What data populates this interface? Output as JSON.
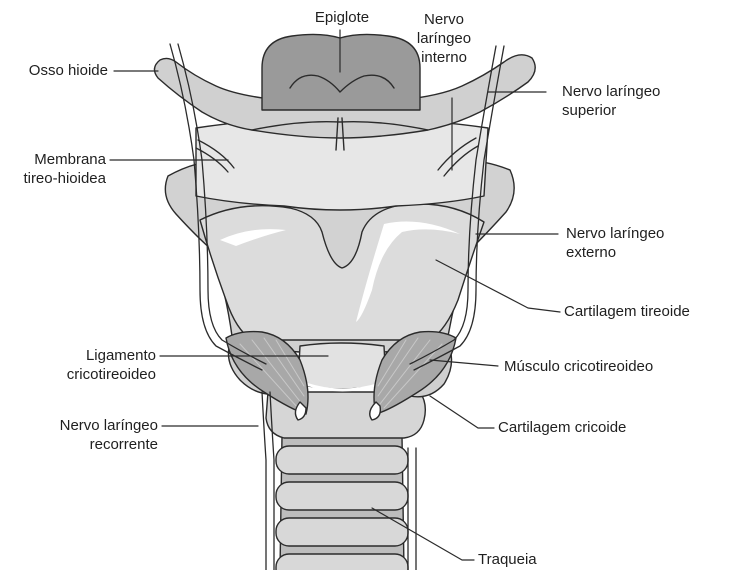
{
  "labels": {
    "epiglote": "Epiglote",
    "nervo_laringeo_interno": [
      "Nervo",
      "laríngeo",
      "interno"
    ],
    "osso_hioide": "Osso hioide",
    "nervo_laringeo_superior": [
      "Nervo laríngeo",
      "superior"
    ],
    "membrana_tireo_hioidea": [
      "Membrana",
      "tireo-hioidea"
    ],
    "nervo_laringeo_externo": [
      "Nervo laríngeo",
      "externo"
    ],
    "cartilagem_tireoide": "Cartilagem tireoide",
    "ligamento_cricotireoideo": [
      "Ligamento",
      "cricotireoideo"
    ],
    "musculo_cricotireoideo": "Músculo cricotireoideo",
    "nervo_laringeo_recorrente": [
      "Nervo laríngeo",
      "recorrente"
    ],
    "cartilagem_cricoide": "Cartilagem cricoide",
    "traqueia": "Traqueia"
  },
  "colors": {
    "outline": "#2b2b2b",
    "light_gray": "#d4d4d4",
    "lighter_gray": "#e6e6e6",
    "mid_gray": "#b8b8b8",
    "dark_gray": "#8a8a8a",
    "epiglottis": "#9a9a9a"
  }
}
